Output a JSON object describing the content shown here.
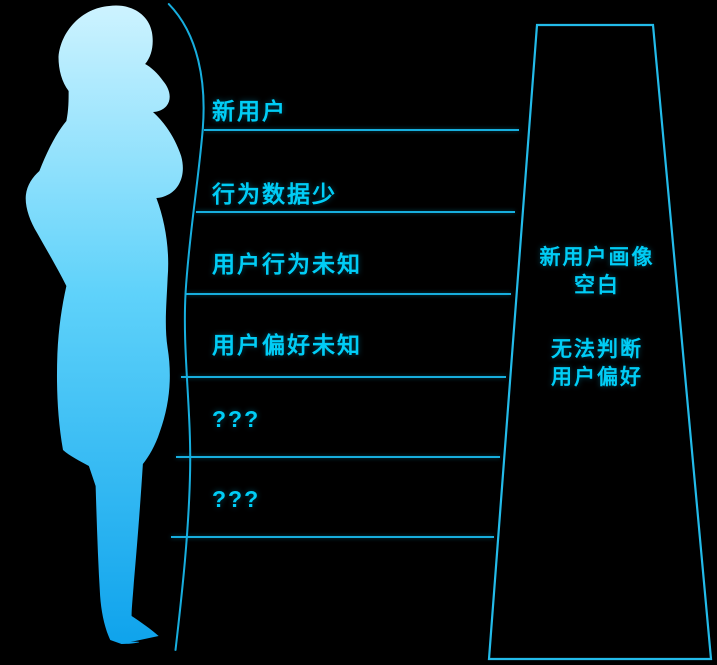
{
  "theme": {
    "background": "#000000",
    "text_color": "#00cdf6",
    "line_color": "#17aede",
    "funnel_stroke": "#23bbe9",
    "silhouette_top": "#cdf3ff",
    "silhouette_bottom": "#0fa3ec"
  },
  "figure": {
    "description": "thinking-woman-silhouette"
  },
  "items": [
    "新用户",
    "行为数据少",
    "用户行为未知",
    "用户偏好未知",
    "???",
    "???"
  ],
  "funnel": {
    "block1": [
      "新用户画像",
      "空白"
    ],
    "block2": [
      "无法判断",
      "用户偏好"
    ]
  }
}
